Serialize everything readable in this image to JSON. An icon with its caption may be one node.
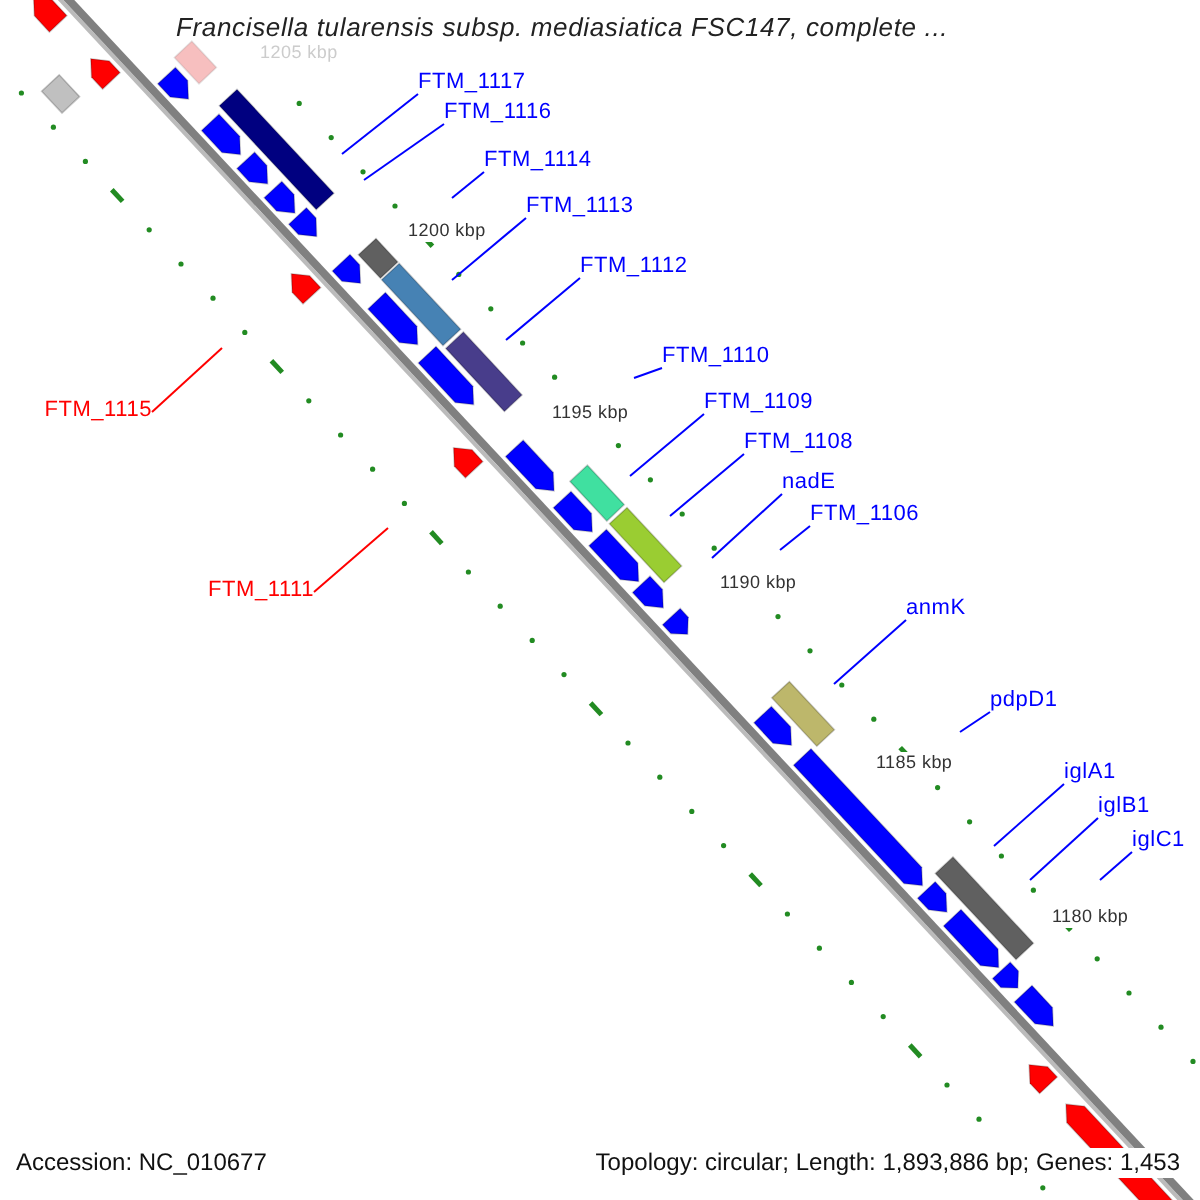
{
  "diagram": {
    "title": "Francisella tularensis subsp. mediasiatica FSC147, complete ...",
    "nodes": [
      {
        "text": [
          "FTM_1117"
        ]
      },
      {
        "text": [
          "FTM_1116"
        ]
      },
      {
        "text": [
          "FTM_1114"
        ]
      },
      {
        "text": [
          "FTM_1113"
        ]
      },
      {
        "text": [
          "FTM_1112"
        ]
      },
      {
        "text": [
          "FTM_1110"
        ]
      },
      {
        "text": [
          "FTM_1109"
        ]
      },
      {
        "text": [
          "FTM_1115"
        ]
      },
      {
        "text": [
          "FTM_1108"
        ]
      },
      {
        "text": [
          "nadE"
        ]
      },
      {
        "text": [
          "FTM_1106"
        ]
      },
      {
        "text": [
          "FTM_1111"
        ]
      },
      {
        "text": [
          "anmK"
        ]
      },
      {
        "text": [
          "pdpD1"
        ]
      },
      {
        "text": [
          "iglA1"
        ]
      },
      {
        "text": [
          "iglB1"
        ]
      },
      {
        "text": [
          "iglC1"
        ]
      }
    ],
    "edges": [
      {
        "from": 0,
        "to": null,
        "arrow": "none"
      },
      {
        "from": 1,
        "to": null,
        "arrow": "none"
      },
      {
        "from": 2,
        "to": null,
        "arrow": "none"
      },
      {
        "from": 3,
        "to": null,
        "arrow": "none"
      },
      {
        "from": 4,
        "to": null,
        "arrow": "none"
      },
      {
        "from": 5,
        "to": null,
        "arrow": "none"
      },
      {
        "from": 6,
        "to": null,
        "arrow": "none"
      },
      {
        "from": 7,
        "to": null,
        "arrow": "none",
        "color": "#ff0000"
      },
      {
        "from": 8,
        "to": null,
        "arrow": "none"
      },
      {
        "from": 9,
        "to": null,
        "arrow": "none"
      },
      {
        "from": 10,
        "to": null,
        "arrow": "none"
      },
      {
        "from": 11,
        "to": null,
        "arrow": "none",
        "color": "#ff0000"
      },
      {
        "from": 12,
        "to": null,
        "arrow": "none"
      },
      {
        "from": 13,
        "to": null,
        "arrow": "none"
      },
      {
        "from": 14,
        "to": null,
        "arrow": "none"
      },
      {
        "from": 15,
        "to": null,
        "arrow": "none"
      },
      {
        "from": 16,
        "to": null,
        "arrow": "none"
      }
    ],
    "labels": [
      "1205 kbp",
      "1200 kbp",
      "1195 kbp",
      "1190 kbp",
      "1185 kbp",
      "1180 kbp",
      "Accession: NC_010677",
      "Topology: circular; Length: 1,893,886 bp; Genes: 1,453"
    ]
  }
}
